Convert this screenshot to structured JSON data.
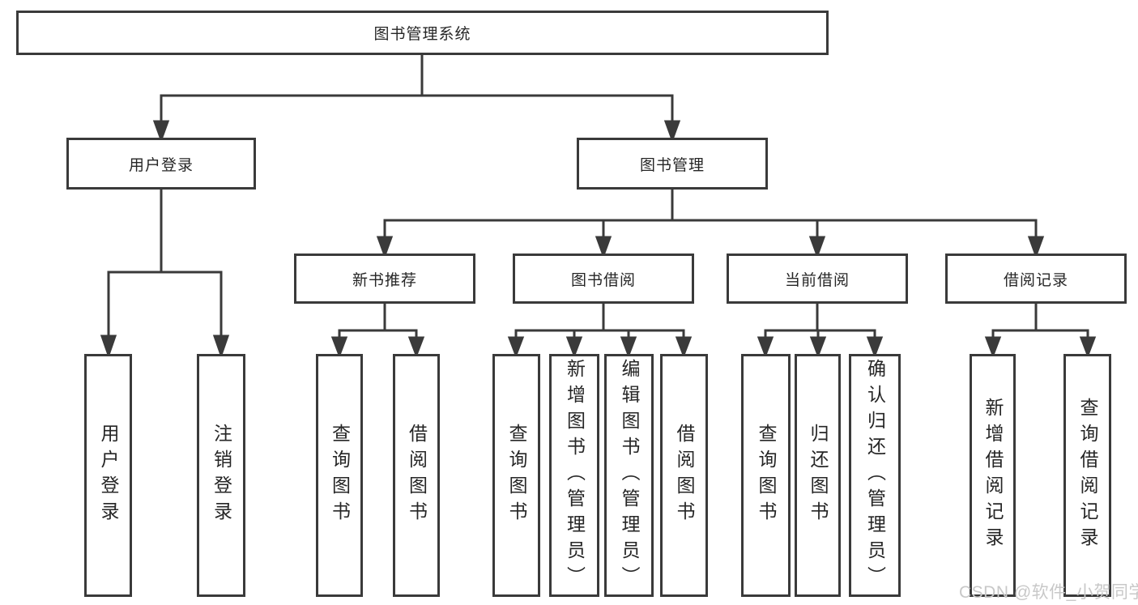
{
  "diagram": {
    "root": {
      "label": "图书管理系统"
    },
    "level2": [
      {
        "label": "用户登录"
      },
      {
        "label": "图书管理"
      }
    ],
    "level3": [
      {
        "label": "新书推荐"
      },
      {
        "label": "图书借阅"
      },
      {
        "label": "当前借阅"
      },
      {
        "label": "借阅记录"
      }
    ],
    "leaves": {
      "user_login": [
        {
          "label": "用户登录"
        },
        {
          "label": "注销登录"
        }
      ],
      "new_book": [
        {
          "label": "查询图书"
        },
        {
          "label": "借阅图书"
        }
      ],
      "book_borrow": [
        {
          "label": "查询图书"
        },
        {
          "label": "新增图书（管理员）"
        },
        {
          "label": "编辑图书（管理员）"
        },
        {
          "label": "借阅图书"
        }
      ],
      "current_borrow": [
        {
          "label": "查询图书"
        },
        {
          "label": "归还图书"
        },
        {
          "label": "确认归还（管理员）"
        }
      ],
      "borrow_records": [
        {
          "label": "新增借阅记录"
        },
        {
          "label": "查询借阅记录"
        }
      ]
    },
    "watermark": "CSDN @软件_小贺同学",
    "colors": {
      "line": "#3a3a3a",
      "text": "#262626",
      "watermark": "#c8c8c8",
      "background": "#ffffff"
    }
  }
}
